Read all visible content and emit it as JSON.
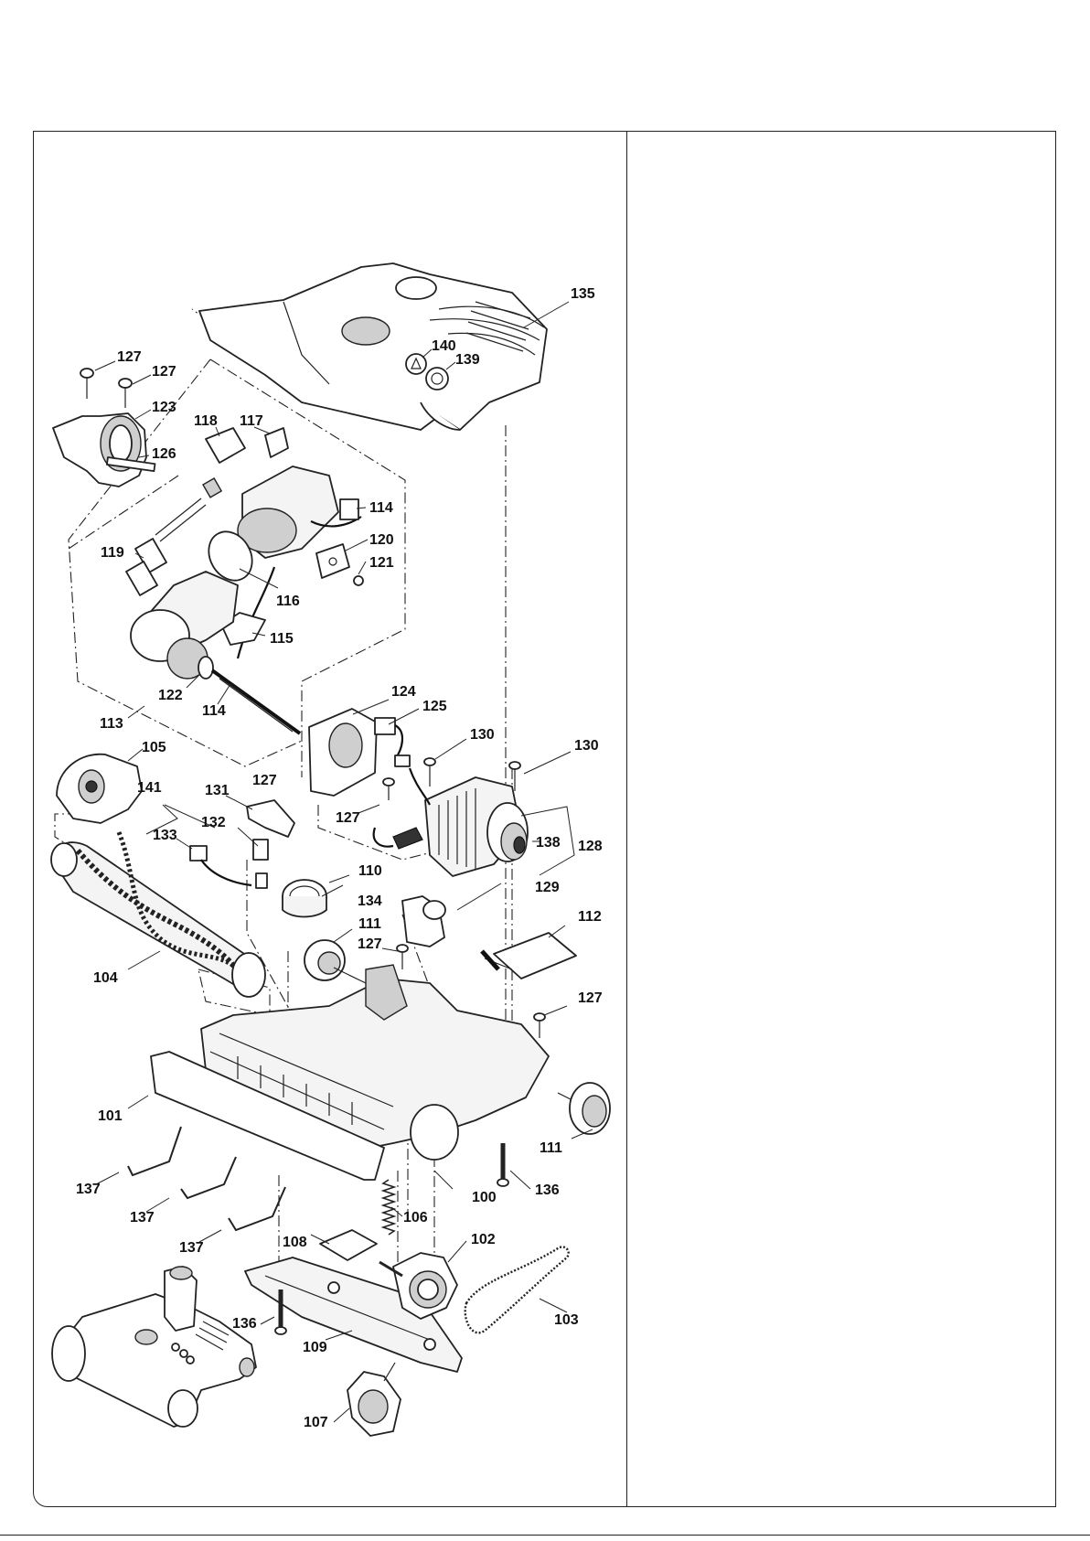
{
  "diagram": {
    "labels": [
      {
        "id": "135",
        "text": "135"
      },
      {
        "id": "140",
        "text": "140"
      },
      {
        "id": "139",
        "text": "139"
      },
      {
        "id": "127a",
        "text": "127"
      },
      {
        "id": "127b",
        "text": "127"
      },
      {
        "id": "123",
        "text": "123"
      },
      {
        "id": "126",
        "text": "126"
      },
      {
        "id": "118",
        "text": "118"
      },
      {
        "id": "117",
        "text": "117"
      },
      {
        "id": "114a",
        "text": "114"
      },
      {
        "id": "120",
        "text": "120"
      },
      {
        "id": "121",
        "text": "121"
      },
      {
        "id": "119",
        "text": "119"
      },
      {
        "id": "116",
        "text": "116"
      },
      {
        "id": "115",
        "text": "115"
      },
      {
        "id": "122",
        "text": "122"
      },
      {
        "id": "114b",
        "text": "114"
      },
      {
        "id": "113",
        "text": "113"
      },
      {
        "id": "124",
        "text": "124"
      },
      {
        "id": "125",
        "text": "125"
      },
      {
        "id": "130a",
        "text": "130"
      },
      {
        "id": "130b",
        "text": "130"
      },
      {
        "id": "105",
        "text": "105"
      },
      {
        "id": "127c",
        "text": "127"
      },
      {
        "id": "141",
        "text": "141"
      },
      {
        "id": "131",
        "text": "131"
      },
      {
        "id": "132",
        "text": "132"
      },
      {
        "id": "127d",
        "text": "127"
      },
      {
        "id": "133",
        "text": "133"
      },
      {
        "id": "138",
        "text": "138"
      },
      {
        "id": "128",
        "text": "128"
      },
      {
        "id": "110",
        "text": "110"
      },
      {
        "id": "129",
        "text": "129"
      },
      {
        "id": "134",
        "text": "134"
      },
      {
        "id": "112",
        "text": "112"
      },
      {
        "id": "111a",
        "text": "111"
      },
      {
        "id": "127e",
        "text": "127"
      },
      {
        "id": "104",
        "text": "104"
      },
      {
        "id": "127f",
        "text": "127"
      },
      {
        "id": "101",
        "text": "101"
      },
      {
        "id": "111b",
        "text": "111"
      },
      {
        "id": "137a",
        "text": "137"
      },
      {
        "id": "100",
        "text": "100"
      },
      {
        "id": "136a",
        "text": "136"
      },
      {
        "id": "137b",
        "text": "137"
      },
      {
        "id": "106",
        "text": "106"
      },
      {
        "id": "108",
        "text": "108"
      },
      {
        "id": "102",
        "text": "102"
      },
      {
        "id": "137c",
        "text": "137"
      },
      {
        "id": "103",
        "text": "103"
      },
      {
        "id": "136b",
        "text": "136"
      },
      {
        "id": "109",
        "text": "109"
      },
      {
        "id": "107",
        "text": "107"
      }
    ],
    "notes_panel": []
  }
}
